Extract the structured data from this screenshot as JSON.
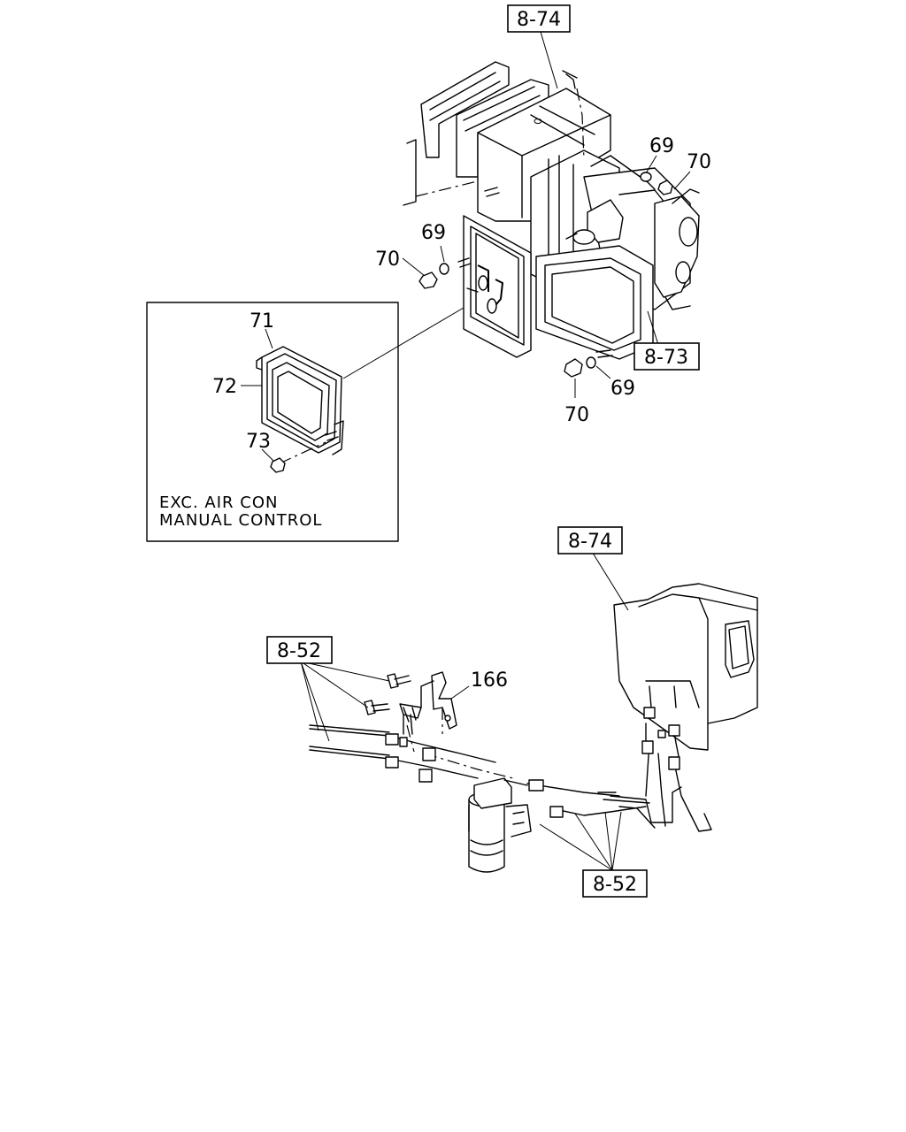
{
  "refs": {
    "top_8_74": "8-74",
    "mid_8_74": "8-74",
    "ref_8_73": "8-73",
    "left_8_52": "8-52",
    "bottom_8_52": "8-52"
  },
  "parts": {
    "p69_a": "69",
    "p70_a": "70",
    "p69_b": "69",
    "p70_b": "70",
    "p69_c": "69",
    "p70_c": "70",
    "p71": "71",
    "p72": "72",
    "p73": "73",
    "p166": "166"
  },
  "inset": {
    "note_line1": "EXC. AIR CON",
    "note_line2": "MANUAL CONTROL"
  }
}
